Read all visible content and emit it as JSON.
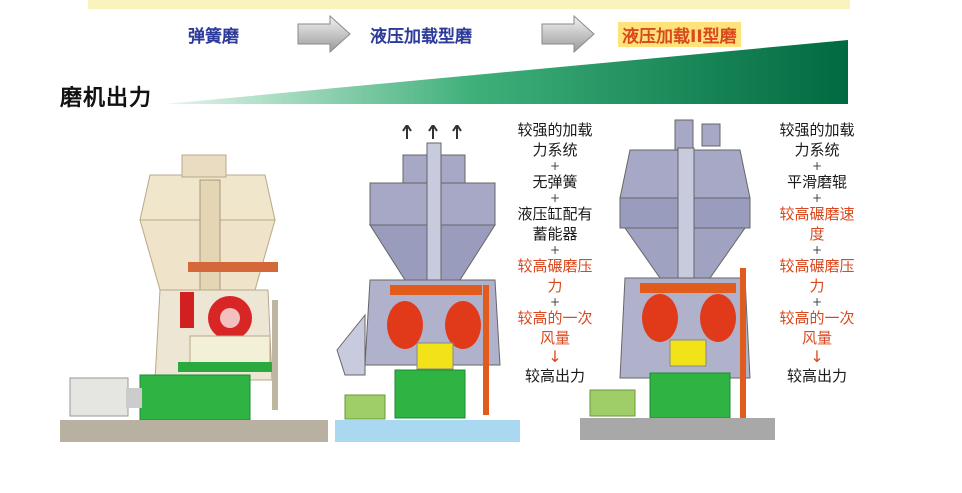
{
  "stages": [
    {
      "label": "弹簧磨"
    },
    {
      "label": "液压加载型磨"
    },
    {
      "label": "液压加载II型磨"
    }
  ],
  "output_axis_label": "磨机出力",
  "features_mill2": [
    "较强的加载力系统",
    "无弹簧",
    "液压缸配有蓄能器",
    "较高碾磨压力",
    "较高的一次风量",
    "较高出力"
  ],
  "features_mill3": [
    "较强的加载力系统",
    "平滑磨辊",
    "较高碾磨速度",
    "较高碾磨压力",
    "较高的一次风量",
    "较高出力"
  ],
  "colors": {
    "stage_text": "#2c3a9a",
    "highlight_bg": "#ffe27a",
    "highlight_text": "#d84a1e",
    "wedge_dark": "#007a4a",
    "wedge_light": "#d8f0e4",
    "feature_red": "#d9481f"
  },
  "icons": [
    "stage-arrow-icon",
    "down-arrow-icon",
    "upward-flow-arrow-icon"
  ]
}
